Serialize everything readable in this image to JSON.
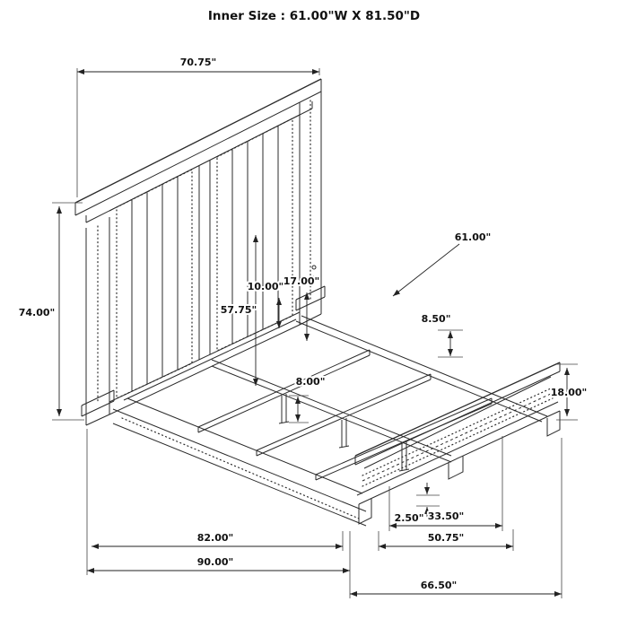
{
  "title": "Inner Size : 61.00\"W X 81.50\"D",
  "dims": {
    "headboard_width": "70.75\"",
    "headboard_height": "74.00\"",
    "panel_height": "57.75\"",
    "deck_height_a": "10.00\"",
    "deck_height_b": "17.00\"",
    "inner_width": "61.00\"",
    "slat_gap": "8.50\"",
    "leg_height": "8.00\"",
    "footboard_height": "18.00\"",
    "foot_trim": "2.50\"",
    "footboard_panel": "33.50\"",
    "rail_length": "82.00\"",
    "footboard_section": "50.75\"",
    "overall_length": "90.00\"",
    "overall_width": "66.50\""
  }
}
